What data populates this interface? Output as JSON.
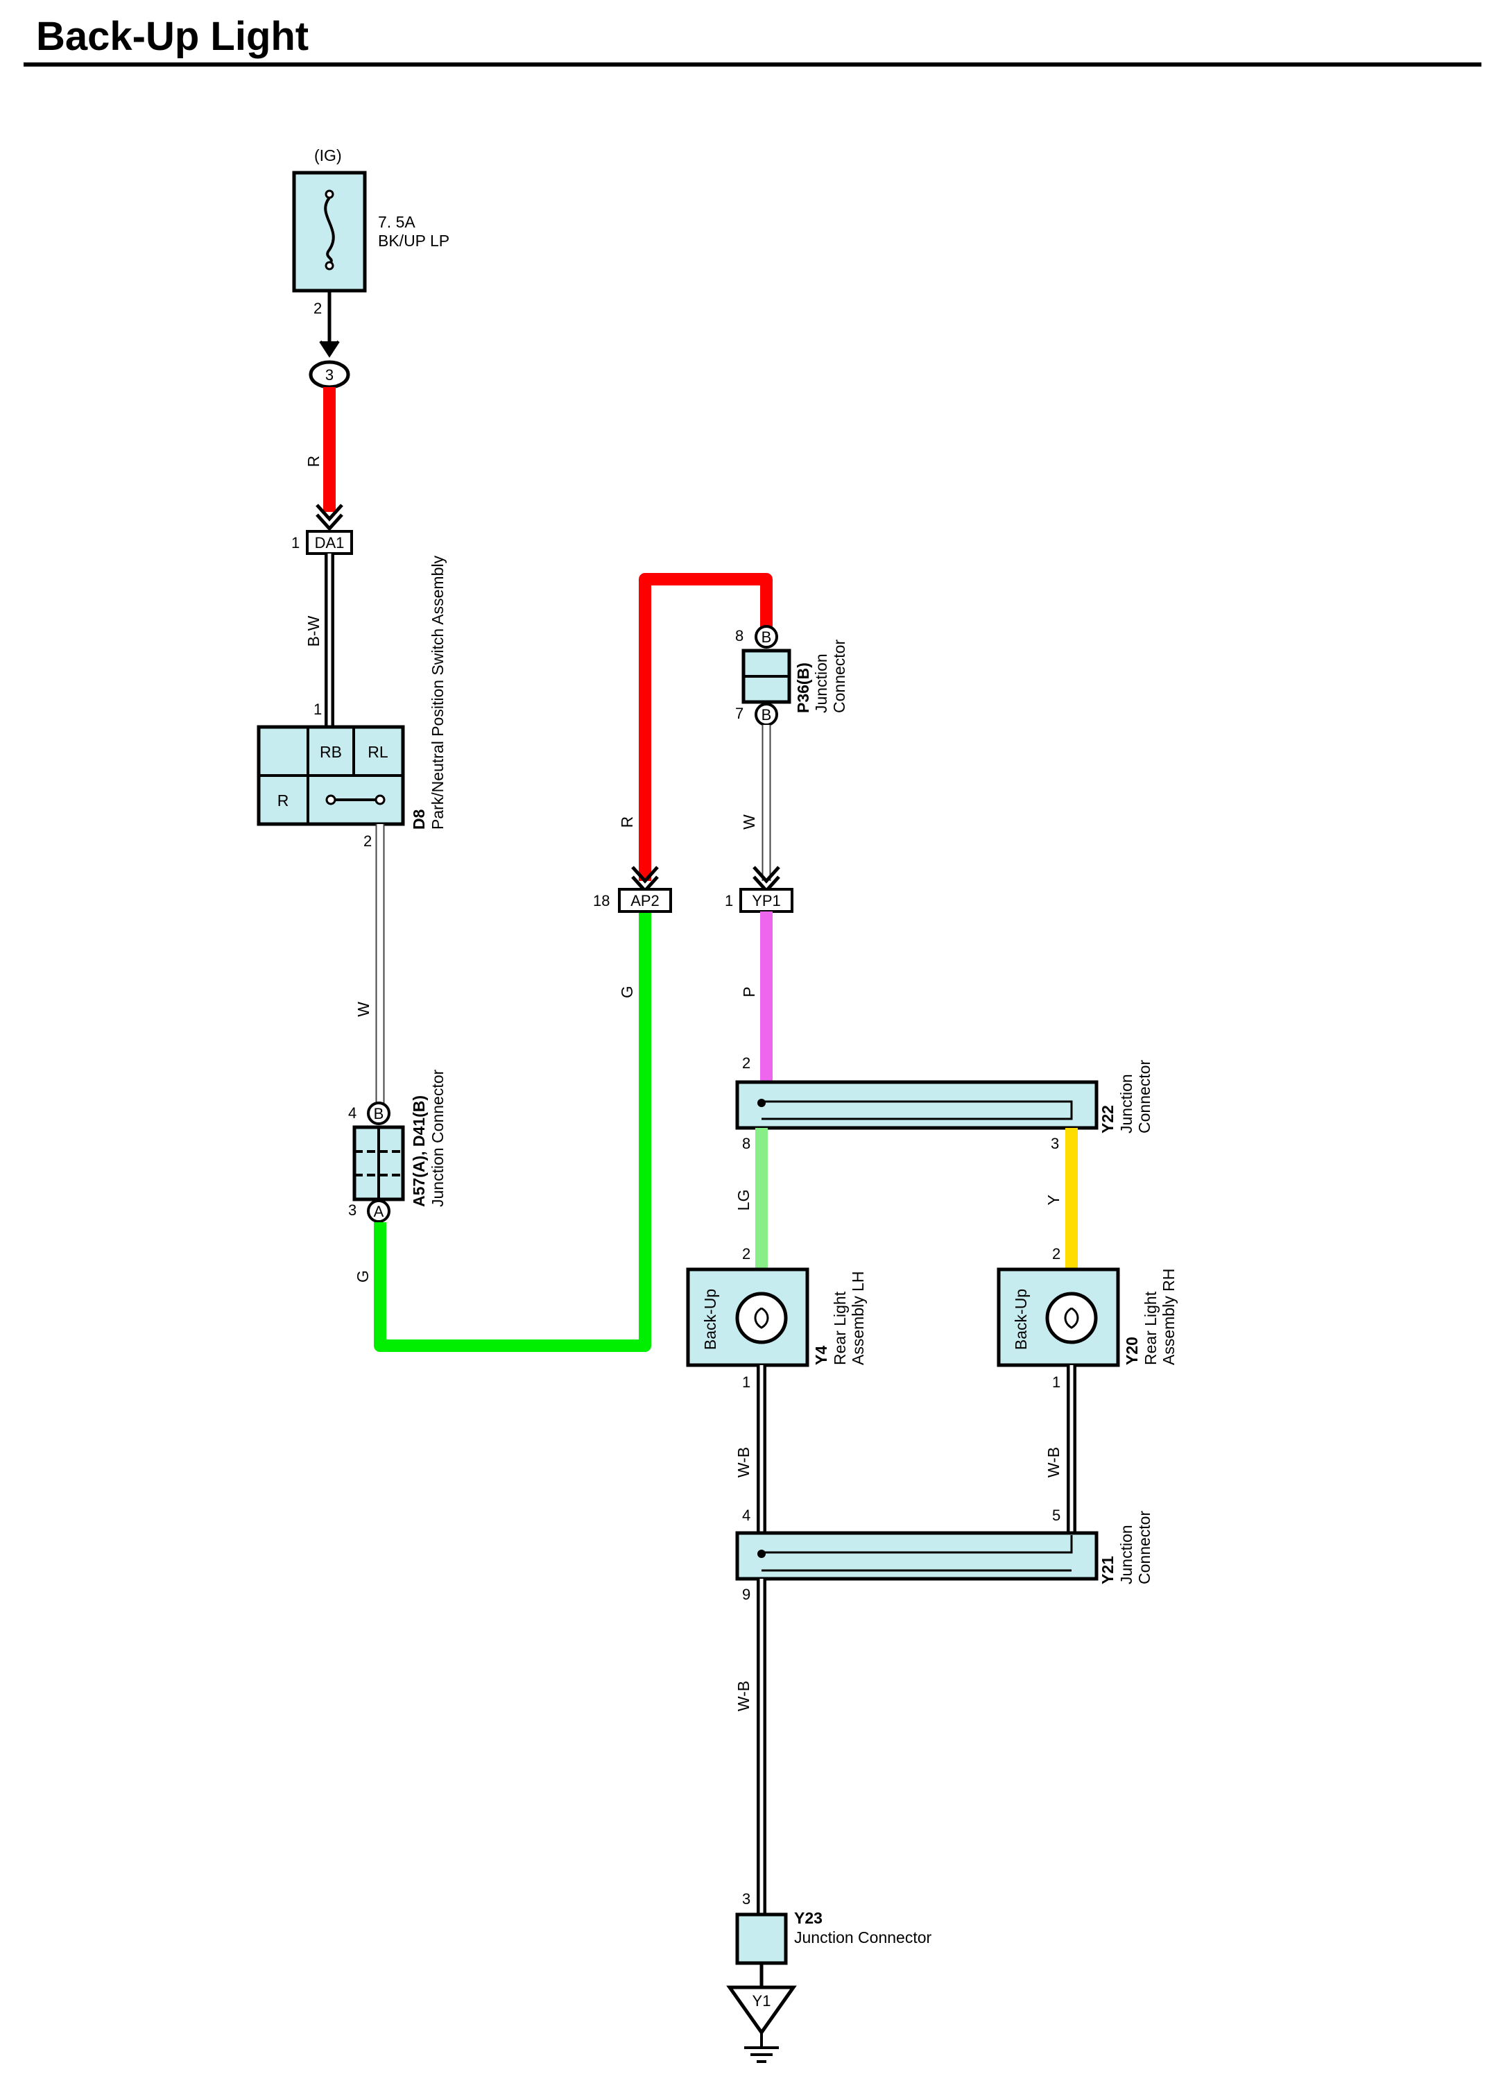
{
  "title": "Back-Up Light",
  "colors": {
    "R": "#ff0000",
    "G": "#00ee00",
    "P": "#ee66ee",
    "LG": "#88ee88",
    "Y": "#ffdd00",
    "component_fill": "#c6ecf0"
  },
  "power": {
    "source": "(IG)",
    "fuse_rating": "7. 5A",
    "fuse_name": "BK/UP LP",
    "fuse_pin": "2",
    "connector_id": "3"
  },
  "inline_connectors": {
    "da1": {
      "id": "DA1",
      "pin": "1"
    },
    "ap2": {
      "id": "AP2",
      "pin": "18"
    },
    "yp1": {
      "id": "YP1",
      "pin": "1"
    }
  },
  "d8": {
    "id": "D8",
    "name": "Park/Neutral Position Switch Assembly",
    "cells": [
      "RB",
      "RL",
      "R"
    ],
    "pin_in": "1",
    "pin_out": "2"
  },
  "a57": {
    "id": "A57(A), D41(B)",
    "name": "Junction Connector",
    "pin_top": "4",
    "pin_bottom": "3",
    "mark_top": "B",
    "mark_bottom": "A"
  },
  "p36": {
    "id": "P36(B)",
    "name_line1": "Junction",
    "name_line2": "Connector",
    "pin_top": "8",
    "pin_bottom": "7",
    "mark_top": "B",
    "mark_bottom": "B"
  },
  "y22": {
    "id": "Y22",
    "name_line1": "Junction",
    "name_line2": "Connector",
    "pin_in": "2",
    "pin_left": "8",
    "pin_right": "3"
  },
  "y4": {
    "id": "Y4",
    "name_line1": "Rear Light",
    "name_line2": "Assembly LH",
    "inner": "Back-Up",
    "pin_top": "2",
    "pin_bottom": "1"
  },
  "y20": {
    "id": "Y20",
    "name_line1": "Rear Light",
    "name_line2": "Assembly RH",
    "inner": "Back-Up",
    "pin_top": "2",
    "pin_bottom": "1"
  },
  "y21": {
    "id": "Y21",
    "name_line1": "Junction",
    "name_line2": "Connector",
    "pin_left": "4",
    "pin_right": "5",
    "pin_out": "9"
  },
  "y23": {
    "id": "Y23",
    "name": "Junction Connector",
    "pin": "3"
  },
  "ground": {
    "id": "Y1"
  },
  "wires": {
    "fuse_to_da1": "R",
    "da1_to_d8": "B-W",
    "d8_to_a57": "W",
    "a57_to_ap2": "G",
    "ap2_to_p36": "R",
    "p36_to_yp1": "W",
    "yp1_to_y22": "P",
    "y22_to_y4": "LG",
    "y22_to_y20": "Y",
    "y4_to_y21": "W-B",
    "y20_to_y21": "W-B",
    "y21_to_y23": "W-B"
  }
}
